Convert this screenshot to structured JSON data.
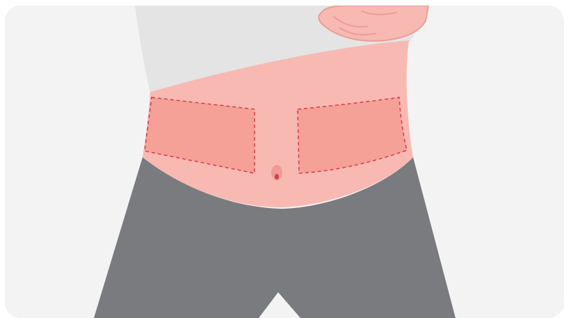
{
  "illustration": {
    "subject": "abdomen-injection-sites",
    "icons": [
      "shirt",
      "hand",
      "skin-torso",
      "navel",
      "injection-site-left",
      "injection-site-right",
      "trousers"
    ]
  },
  "colors": {
    "card_background": "#f3f3f3",
    "shirt": "#e4e4e4",
    "skin": "#f8b9b3",
    "skin_outline": "#ec9c97",
    "injection_zone_fill": "#f5a197",
    "injection_zone_stroke": "#d33a4d",
    "navel": "#f09a95",
    "navel_center": "#c8454f",
    "trousers": "#7a7b7e"
  }
}
